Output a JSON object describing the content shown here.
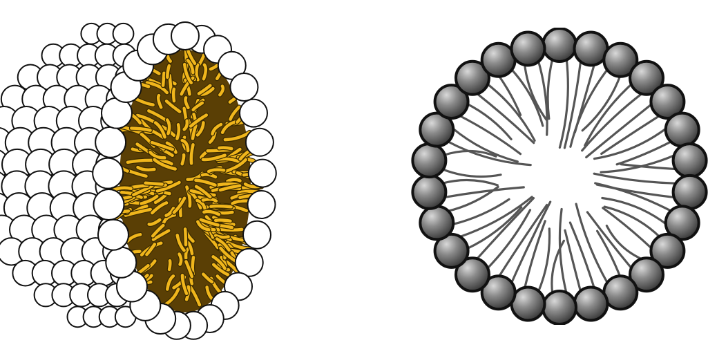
{
  "figure": {
    "panels": [
      {
        "name": "micelle-3d-cutaway",
        "head_color": "#ffffff",
        "head_outline": "#111111",
        "tail_color": "#f0b61c",
        "tail_outline": "#3a2a00",
        "core_color": "#5a3f05"
      },
      {
        "name": "micelle-2d-cross-section",
        "head_count": 26,
        "head_color": "#7a7a7a",
        "head_highlight": "#cfcfcf",
        "head_outline": "#111111",
        "tail_color": "#555555",
        "background": "#ffffff"
      }
    ]
  }
}
